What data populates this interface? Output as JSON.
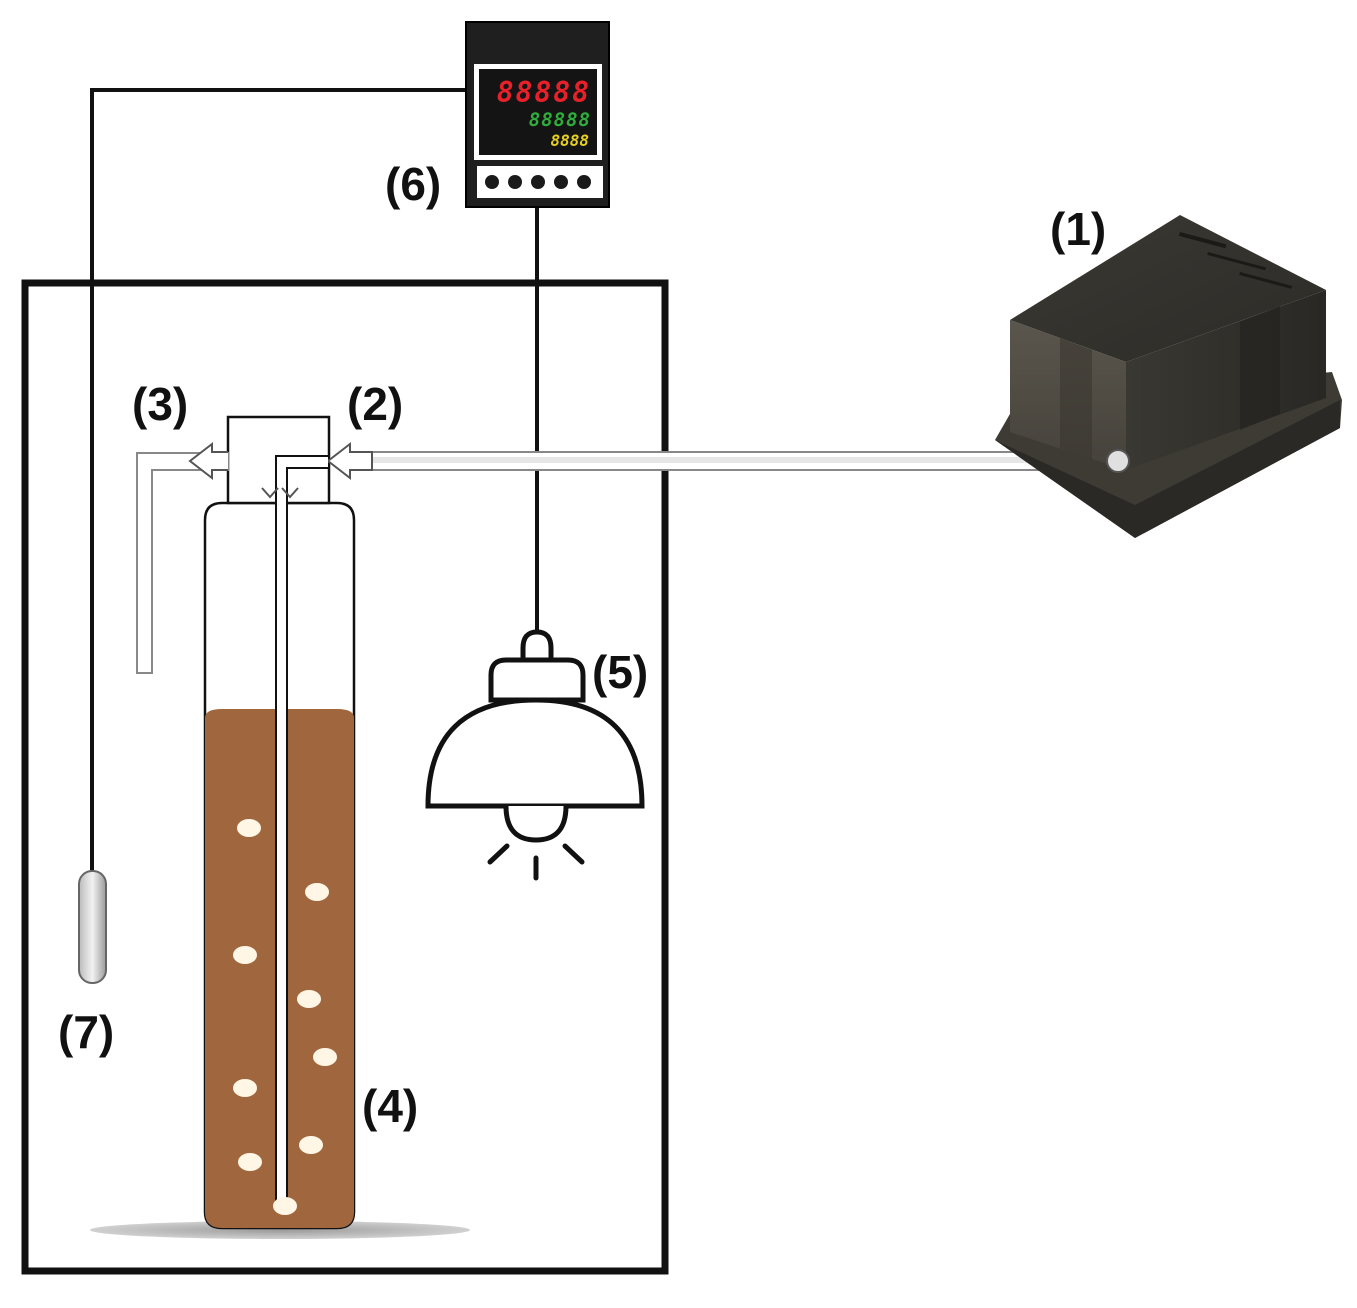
{
  "labels": {
    "air_pump": "(1)",
    "air_inlet": "(2)",
    "air_outlet": "(3)",
    "culture_column": "(4)",
    "lamp": "(5)",
    "temperature_controller": "(6)",
    "temperature_probe": "(7)"
  },
  "controller_display": {
    "row1": "88888",
    "row2": "88888",
    "row3": "8888"
  },
  "colors": {
    "medium": "#a0673f",
    "bubble": "#fff6e6",
    "display_red": "#e8202a",
    "display_green": "#2fae3c",
    "display_yellow": "#e8d020",
    "pump_body": "#4a4740",
    "line": "#111111"
  }
}
